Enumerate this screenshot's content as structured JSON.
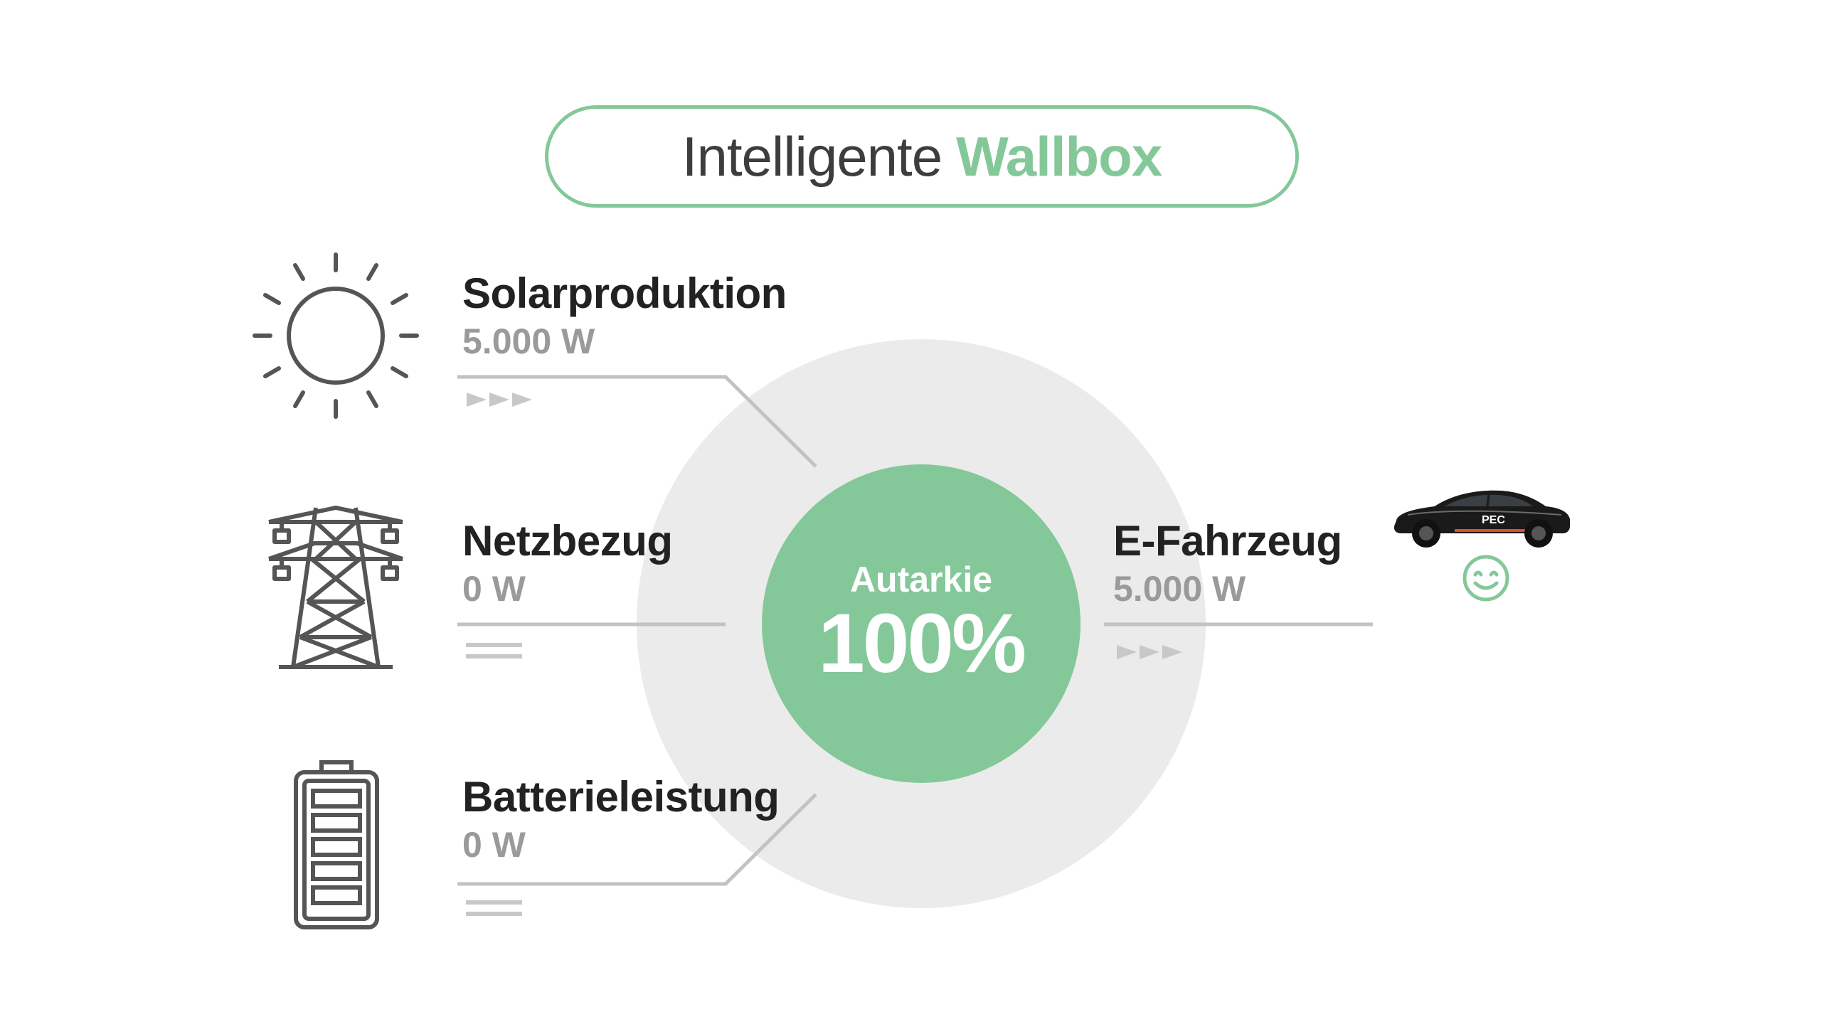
{
  "title": {
    "prefix": "Intelligente",
    "highlight": "Wallbox"
  },
  "center": {
    "label": "Autarkie",
    "value": "100%"
  },
  "items": [
    {
      "name": "Solarproduktion",
      "value": "5.000 W",
      "icon": "sun-icon",
      "flow": "arrows"
    },
    {
      "name": "Netzbezug",
      "value": "0 W",
      "icon": "power-pylon-icon",
      "flow": "idle"
    },
    {
      "name": "Batterieleistung",
      "value": "0 W",
      "icon": "battery-icon",
      "flow": "idle"
    }
  ],
  "vehicle": {
    "name": "E-Fahrzeug",
    "value": "5.000 W",
    "icon": "car-icon",
    "status_icon": "smiley-icon",
    "flow": "arrows"
  },
  "colors": {
    "accent": "#84c89a",
    "ring": "#ebebeb",
    "text_dark": "#222222",
    "text_muted": "#9a9a9a",
    "line": "#c2c2c2",
    "icon": "#555555"
  }
}
